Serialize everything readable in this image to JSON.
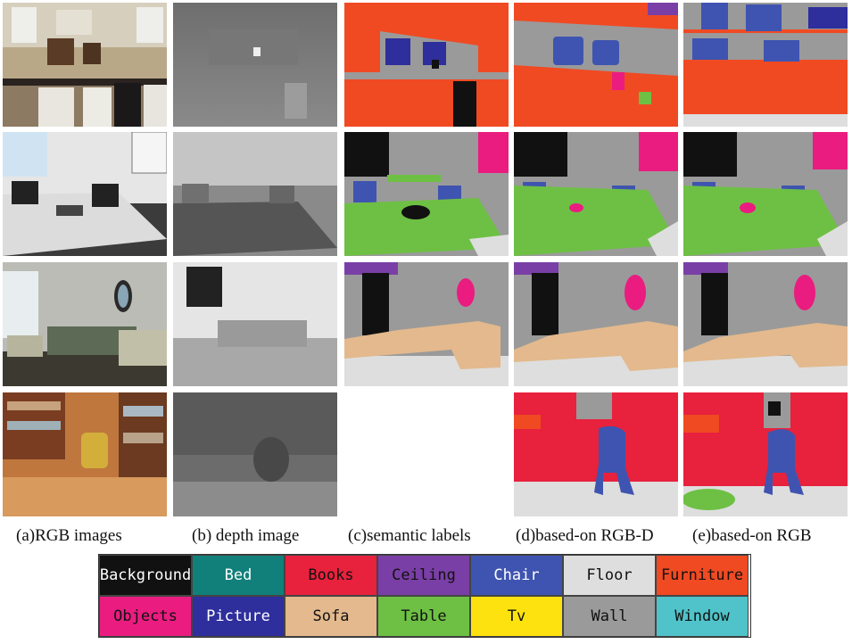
{
  "captions": [
    "(a)RGB images",
    "(b) depth image",
    "(c)semantic labels",
    "(d)based-on RGB-D",
    "(e)based-on RGB"
  ],
  "legend": [
    {
      "label": "Background",
      "color": "#111111",
      "text_color": "#ffffff"
    },
    {
      "label": "Bed",
      "color": "#12807a",
      "text_color": "#ffffff"
    },
    {
      "label": "Books",
      "color": "#e8213d",
      "text_color": "#111111"
    },
    {
      "label": "Ceiling",
      "color": "#7a3fa6",
      "text_color": "#111111"
    },
    {
      "label": "Chair",
      "color": "#3f54b0",
      "text_color": "#ffffff"
    },
    {
      "label": "Floor",
      "color": "#dedede",
      "text_color": "#111111"
    },
    {
      "label": "Furniture",
      "color": "#f04a23",
      "text_color": "#111111"
    },
    {
      "label": "Objects",
      "color": "#ea1c80",
      "text_color": "#111111"
    },
    {
      "label": "Picture",
      "color": "#2e2e9c",
      "text_color": "#ffffff"
    },
    {
      "label": "Sofa",
      "color": "#e3b98d",
      "text_color": "#111111"
    },
    {
      "label": "Table",
      "color": "#6ec044",
      "text_color": "#111111"
    },
    {
      "label": "Tv",
      "color": "#fde210",
      "text_color": "#111111"
    },
    {
      "label": "Wall",
      "color": "#9a9a9a",
      "text_color": "#111111"
    },
    {
      "label": "Window",
      "color": "#4fc3c9",
      "text_color": "#111111"
    }
  ]
}
